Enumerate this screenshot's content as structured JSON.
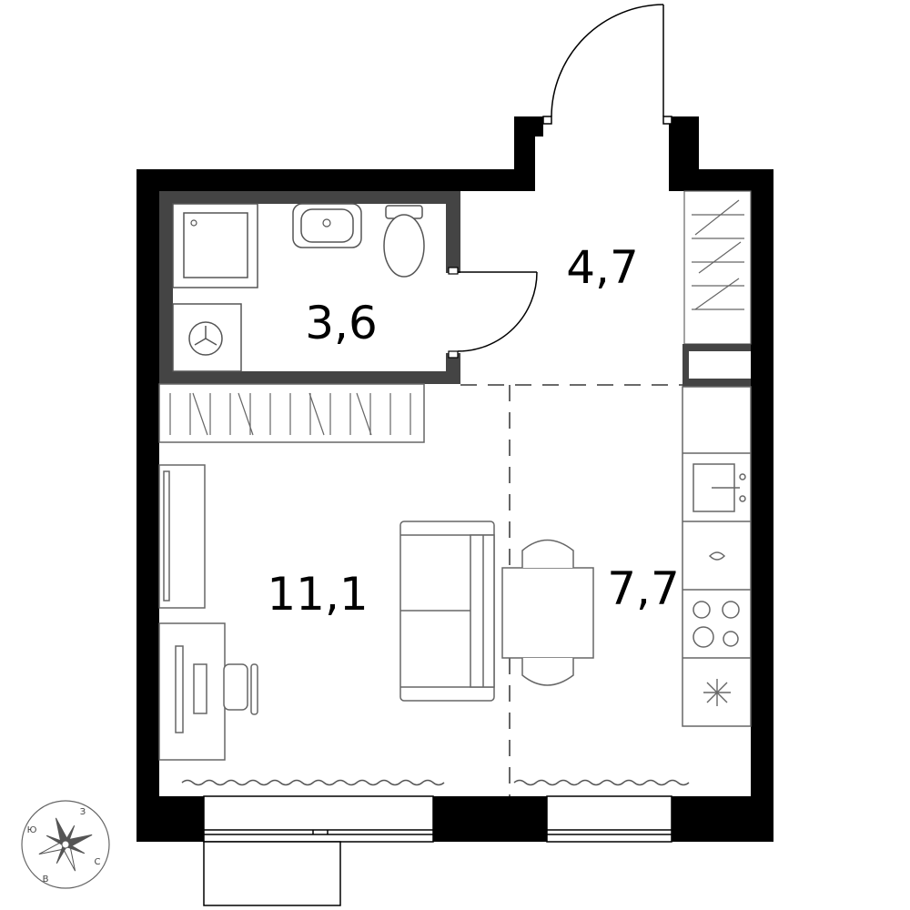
{
  "floor_plan": {
    "rooms": [
      {
        "id": "bathroom",
        "area": "3,6"
      },
      {
        "id": "hallway",
        "area": "4,7"
      },
      {
        "id": "living-room",
        "area": "11,1"
      },
      {
        "id": "kitchen",
        "area": "7,7"
      }
    ],
    "compass": {
      "north": "С",
      "south": "Ю",
      "east": "В",
      "west": "З"
    }
  }
}
